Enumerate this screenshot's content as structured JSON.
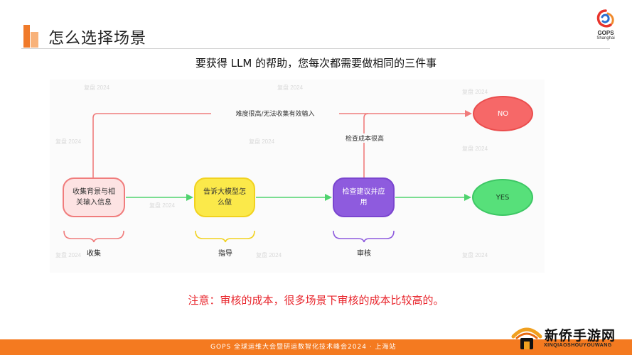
{
  "header": {
    "title": "怎么选择场景",
    "event_logo": {
      "line1": "GOPS",
      "line2": "Shanghai"
    }
  },
  "subtitle": "要获得 LLM 的帮助，您每次都需要做相同的三件事",
  "flowchart": {
    "nodes": {
      "collect": "收集背景与相关输入信息",
      "ask": "告诉大模型怎么做",
      "check": "检查建议并应用",
      "no": "NO",
      "yes": "YES"
    },
    "edges": {
      "hard_input": "难度很高/无法收集有效输入",
      "high_check_cost": "检查成本很高"
    },
    "stages": [
      "收集",
      "指导",
      "审核"
    ],
    "watermark": "复盘 2024"
  },
  "note": "注意：审核的成本，很多场景下审核的成本比较高的。",
  "footer": {
    "text": "GOPS 全球运维大会暨研运数智化技术峰会2024 · 上海站"
  },
  "site_logo": {
    "name": "新侨手游网",
    "pinyin": "XINQIAOSHOUYOUWANG"
  },
  "colors": {
    "accent_orange": "#f47a20",
    "red": "#f66868",
    "yellow": "#fbe94a",
    "purple": "#8e5bde",
    "green": "#57e07a",
    "note_red": "#e8232a"
  }
}
